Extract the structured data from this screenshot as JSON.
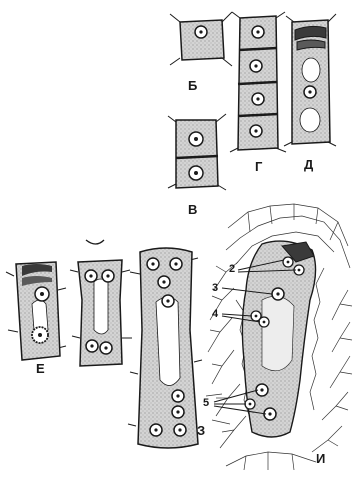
{
  "figure": {
    "panel_labels": {
      "b": "Б",
      "v": "В",
      "g": "Г",
      "d": "Д",
      "e": "Е",
      "z": "З",
      "i": "И"
    },
    "callout_numbers": {
      "n2": "2",
      "n3": "3",
      "n4": "4",
      "n5": "5"
    },
    "colors": {
      "ink": "#1a1a1a",
      "cytoplasm": "#c9c9c9",
      "vacuole": "#ffffff",
      "tissue_lines": "#333333"
    }
  }
}
